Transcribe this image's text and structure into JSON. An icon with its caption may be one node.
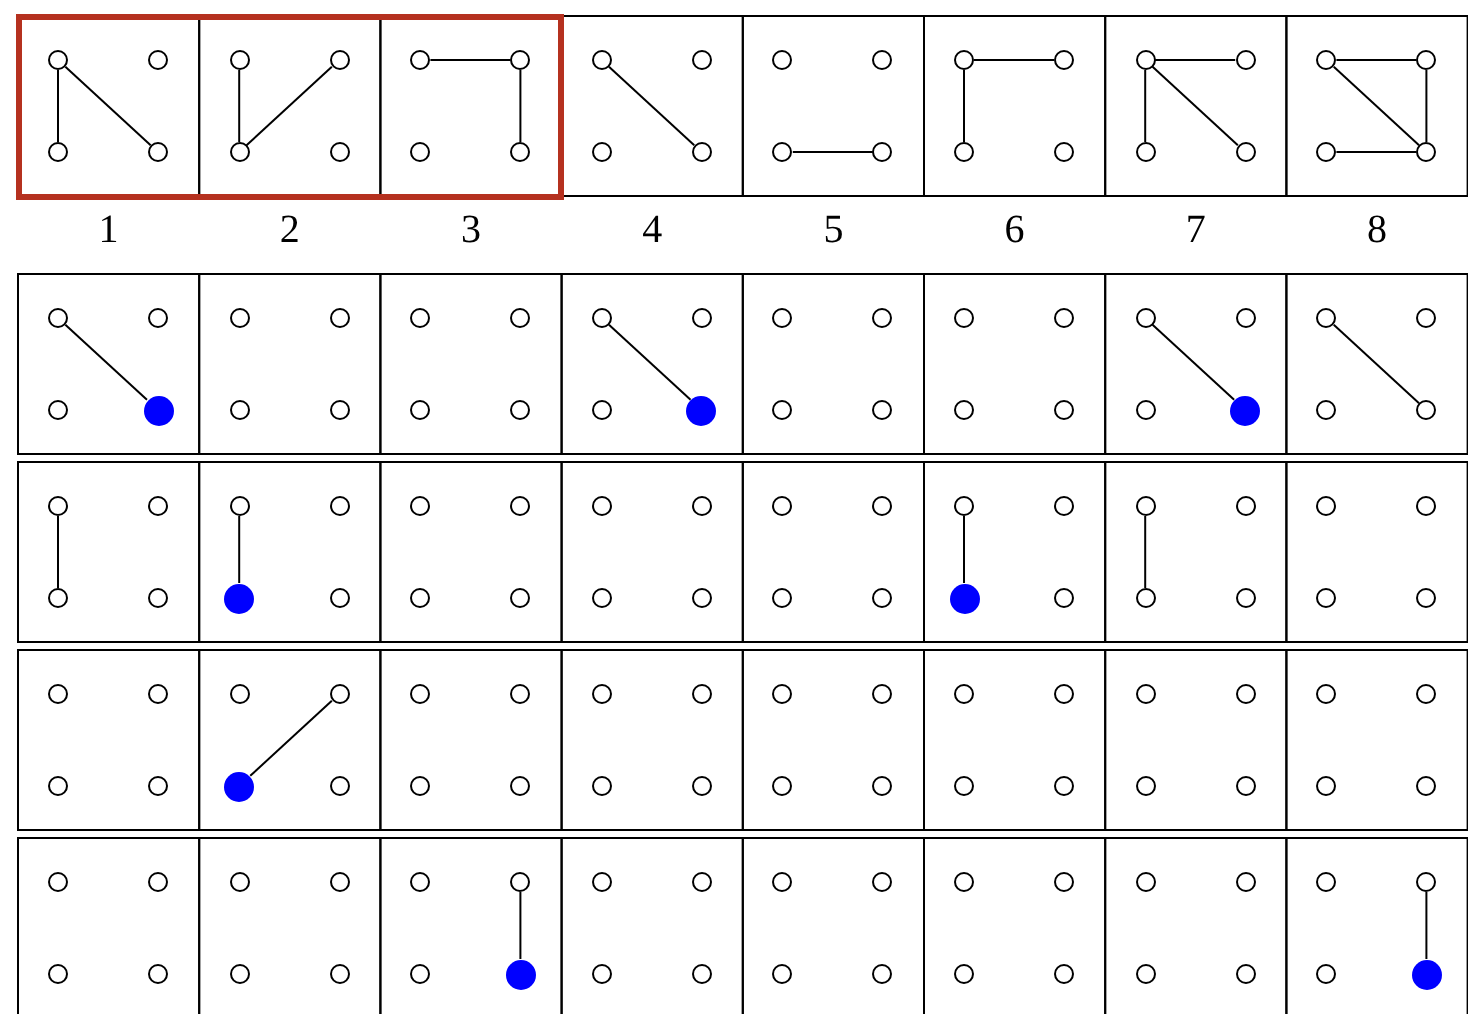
{
  "diagram": {
    "nodes": [
      {
        "text": [],
        "shape": "box"
      },
      {
        "text": [],
        "shape": "circle",
        "in": 0
      },
      {
        "text": [],
        "shape": "circle",
        "in": 0
      },
      {
        "text": [],
        "shape": "circle",
        "in": 0
      },
      {
        "text": [],
        "shape": "circle",
        "in": 0
      },
      {
        "text": [],
        "shape": "circle",
        "in": 0
      },
      {
        "text": [],
        "shape": "circle",
        "in": 0
      },
      {
        "text": [],
        "shape": "circle",
        "in": 0
      },
      {
        "text": [],
        "shape": "circle",
        "in": 0
      },
      {
        "text": [],
        "shape": "circle",
        "in": 0
      },
      {
        "text": [],
        "shape": "circle",
        "in": 0
      },
      {
        "text": [],
        "shape": "circle",
        "in": 0
      },
      {
        "text": [],
        "shape": "circle",
        "in": 0
      },
      {
        "text": [],
        "shape": "circle"
      },
      {
        "text": [],
        "shape": "circle"
      },
      {
        "text": [],
        "shape": "circle"
      },
      {
        "text": [],
        "shape": "circle"
      },
      {
        "text": [],
        "shape": "circle"
      },
      {
        "text": [],
        "shape": "circle"
      },
      {
        "text": [],
        "shape": "circle"
      },
      {
        "text": [],
        "shape": "circle"
      },
      {
        "text": [],
        "shape": "circle"
      },
      {
        "text": [],
        "shape": "circle"
      },
      {
        "text": [],
        "shape": "circle"
      },
      {
        "text": [],
        "shape": "circle"
      },
      {
        "text": [],
        "shape": "circle"
      },
      {
        "text": [],
        "shape": "circle"
      },
      {
        "text": [],
        "shape": "circle"
      },
      {
        "text": [],
        "shape": "circle"
      },
      {
        "text": [],
        "shape": "circle"
      },
      {
        "text": [],
        "shape": "circle"
      },
      {
        "text": [],
        "shape": "circle"
      },
      {
        "text": [],
        "shape": "circle"
      },
      {
        "text": [],
        "shape": "circle"
      },
      {
        "text": [],
        "shape": "circle"
      },
      {
        "text": [],
        "shape": "circle"
      },
      {
        "text": [],
        "shape": "dot"
      },
      {
        "text": [],
        "shape": "circle"
      },
      {
        "text": [],
        "shape": "circle"
      },
      {
        "text": [],
        "shape": "circle"
      },
      {
        "text": [],
        "shape": "circle"
      },
      {
        "text": [],
        "shape": "circle"
      },
      {
        "text": [],
        "shape": "circle"
      },
      {
        "text": [],
        "shape": "circle"
      },
      {
        "text": [],
        "shape": "circle"
      },
      {
        "text": [],
        "shape": "circle"
      },
      {
        "text": [],
        "shape": "circle"
      },
      {
        "text": [],
        "shape": "circle"
      },
      {
        "text": [],
        "shape": "dot"
      },
      {
        "text": [],
        "shape": "circle"
      },
      {
        "text": [],
        "shape": "circle"
      },
      {
        "text": [],
        "shape": "circle"
      },
      {
        "text": [],
        "shape": "circle"
      },
      {
        "text": [],
        "shape": "circle"
      },
      {
        "text": [],
        "shape": "circle"
      },
      {
        "text": [],
        "shape": "circle"
      },
      {
        "text": [],
        "shape": "circle"
      },
      {
        "text": [],
        "shape": "circle"
      },
      {
        "text": [],
        "shape": "circle"
      },
      {
        "text": [],
        "shape": "circle"
      },
      {
        "text": [],
        "shape": "dot"
      },
      {
        "text": [],
        "shape": "circle"
      },
      {
        "text": [],
        "shape": "circle"
      },
      {
        "text": [],
        "shape": "circle"
      },
      {
        "text": [],
        "shape": "circle"
      },
      {
        "text": [],
        "shape": "circle"
      },
      {
        "text": [],
        "shape": "circle"
      },
      {
        "text": [],
        "shape": "circle"
      },
      {
        "text": [],
        "shape": "circle"
      },
      {
        "text": [],
        "shape": "circle"
      },
      {
        "text": [],
        "shape": "circle"
      },
      {
        "text": [],
        "shape": "dot"
      },
      {
        "text": [],
        "shape": "circle"
      },
      {
        "text": [],
        "shape": "circle"
      },
      {
        "text": [],
        "shape": "circle"
      },
      {
        "text": [],
        "shape": "circle"
      },
      {
        "text": [],
        "shape": "circle"
      },
      {
        "text": [],
        "shape": "circle"
      },
      {
        "text": [],
        "shape": "circle"
      },
      {
        "text": [],
        "shape": "circle"
      },
      {
        "text": [],
        "shape": "circle"
      },
      {
        "text": [],
        "shape": "circle"
      },
      {
        "text": [],
        "shape": "circle"
      },
      {
        "text": [],
        "shape": "circle"
      },
      {
        "text": [],
        "shape": "circle"
      },
      {
        "text": [],
        "shape": "circle"
      },
      {
        "text": [],
        "shape": "circle"
      },
      {
        "text": [],
        "shape": "dot"
      },
      {
        "text": [],
        "shape": "circle"
      },
      {
        "text": [],
        "shape": "circle"
      },
      {
        "text": [],
        "shape": "circle"
      },
      {
        "text": [],
        "shape": "circle"
      },
      {
        "text": [],
        "shape": "circle"
      },
      {
        "text": [],
        "shape": "circle"
      },
      {
        "text": [],
        "shape": "circle"
      },
      {
        "text": [],
        "shape": "circle"
      },
      {
        "text": [],
        "shape": "circle"
      },
      {
        "text": [],
        "shape": "circle"
      },
      {
        "text": [],
        "shape": "circle"
      },
      {
        "text": [],
        "shape": "circle"
      },
      {
        "text": [],
        "shape": "circle"
      },
      {
        "text": [],
        "shape": "circle"
      },
      {
        "text": [],
        "shape": "circle"
      },
      {
        "text": [],
        "shape": "dot"
      },
      {
        "text": [],
        "shape": "circle"
      },
      {
        "text": [],
        "shape": "circle"
      },
      {
        "text": [],
        "shape": "circle"
      },
      {
        "text": [],
        "shape": "circle"
      },
      {
        "text": [],
        "shape": "circle"
      },
      {
        "text": [],
        "shape": "circle"
      },
      {
        "text": [],
        "shape": "circle"
      },
      {
        "text": [],
        "shape": "circle"
      },
      {
        "text": [],
        "shape": "circle"
      },
      {
        "text": [],
        "shape": "circle"
      },
      {
        "text": [],
        "shape": "circle"
      },
      {
        "text": [],
        "shape": "circle"
      },
      {
        "text": [],
        "shape": "circle"
      },
      {
        "text": [],
        "shape": "circle"
      },
      {
        "text": [],
        "shape": "circle"
      },
      {
        "text": [],
        "shape": "circle"
      },
      {
        "text": [],
        "shape": "circle"
      },
      {
        "text": [],
        "shape": "circle"
      },
      {
        "text": [],
        "shape": "circle"
      },
      {
        "text": [],
        "shape": "circle"
      },
      {
        "text": [],
        "shape": "circle"
      },
      {
        "text": [],
        "shape": "circle"
      },
      {
        "text": [],
        "shape": "circle"
      },
      {
        "text": [],
        "shape": "circle"
      },
      {
        "text": [],
        "shape": "circle"
      },
      {
        "text": [],
        "shape": "circle"
      },
      {
        "text": [],
        "shape": "circle"
      },
      {
        "text": [],
        "shape": "circle"
      },
      {
        "text": [],
        "shape": "circle"
      },
      {
        "text": [],
        "shape": "circle"
      },
      {
        "text": [],
        "shape": "circle"
      },
      {
        "text": [],
        "shape": "circle"
      },
      {
        "text": [],
        "shape": "circle"
      },
      {
        "text": [],
        "shape": "circle"
      },
      {
        "text": [],
        "shape": "circle"
      },
      {
        "text": [],
        "shape": "circle"
      },
      {
        "text": [],
        "shape": "dot"
      },
      {
        "text": [],
        "shape": "circle"
      },
      {
        "text": [],
        "shape": "circle"
      },
      {
        "text": [],
        "shape": "circle"
      },
      {
        "text": [],
        "shape": "circle"
      },
      {
        "text": [],
        "shape": "circle"
      },
      {
        "text": [],
        "shape": "circle"
      },
      {
        "text": [],
        "shape": "circle"
      },
      {
        "text": [],
        "shape": "circle"
      },
      {
        "text": [],
        "shape": "circle"
      },
      {
        "text": [],
        "shape": "circle"
      },
      {
        "text": [],
        "shape": "circle"
      },
      {
        "text": [],
        "shape": "circle"
      },
      {
        "text": [],
        "shape": "circle"
      },
      {
        "text": [],
        "shape": "circle"
      },
      {
        "text": [],
        "shape": "circle"
      },
      {
        "text": [],
        "shape": "circle"
      },
      {
        "text": [],
        "shape": "circle"
      },
      {
        "text": [],
        "shape": "circle"
      },
      {
        "text": [],
        "shape": "circle"
      },
      {
        "text": [],
        "shape": "dot"
      }
    ],
    "edges": [
      {
        "from": 1,
        "to": 3,
        "arrow": "none"
      },
      {
        "from": 1,
        "to": 4,
        "arrow": "none"
      },
      {
        "from": 5,
        "to": 7,
        "arrow": "none"
      },
      {
        "from": 7,
        "to": 6,
        "arrow": "none"
      },
      {
        "from": 9,
        "to": 10,
        "arrow": "none"
      },
      {
        "from": 10,
        "to": 12,
        "arrow": "none"
      },
      {
        "from": 13,
        "to": 16,
        "arrow": "none"
      },
      {
        "from": 19,
        "to": 20,
        "arrow": "none"
      },
      {
        "from": 21,
        "to": 22,
        "arrow": "none"
      },
      {
        "from": 21,
        "to": 23,
        "arrow": "none"
      },
      {
        "from": 25,
        "to": 26,
        "arrow": "none"
      },
      {
        "from": 25,
        "to": 27,
        "arrow": "none"
      },
      {
        "from": 25,
        "to": 28,
        "arrow": "none"
      },
      {
        "from": 29,
        "to": 30,
        "arrow": "none"
      },
      {
        "from": 29,
        "to": 32,
        "arrow": "none"
      },
      {
        "from": 30,
        "to": 32,
        "arrow": "none"
      },
      {
        "from": 31,
        "to": 32,
        "arrow": "none"
      },
      {
        "from": 33,
        "to": 36,
        "arrow": "none"
      },
      {
        "from": 45,
        "to": 48,
        "arrow": "none"
      },
      {
        "from": 57,
        "to": 60,
        "arrow": "none"
      },
      {
        "from": 61,
        "to": 64,
        "arrow": "none"
      },
      {
        "from": 65,
        "to": 67,
        "arrow": "none"
      },
      {
        "from": 69,
        "to": 71,
        "arrow": "none"
      },
      {
        "from": 85,
        "to": 87,
        "arrow": "none"
      },
      {
        "from": 89,
        "to": 91,
        "arrow": "none"
      },
      {
        "from": 103,
        "to": 102,
        "arrow": "none"
      },
      {
        "from": 138,
        "to": 140,
        "arrow": "none"
      },
      {
        "from": 158,
        "to": 160,
        "arrow": "none"
      }
    ],
    "labels": [
      "1",
      "2",
      "3",
      "4",
      "5",
      "6",
      "7",
      "8"
    ]
  }
}
